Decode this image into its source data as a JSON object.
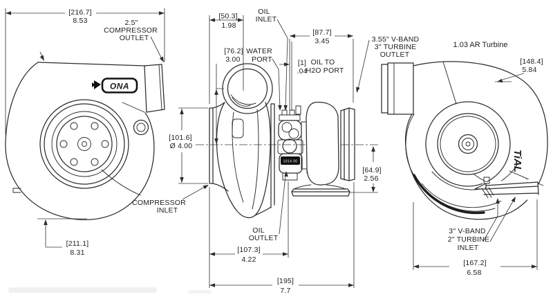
{
  "dims": {
    "d216": {
      "mm": "[216.7]",
      "inch": "8.53"
    },
    "d211": {
      "mm": "[211.1]",
      "inch": "8.31"
    },
    "d50": {
      "mm": "[50.3]",
      "inch": "1.98"
    },
    "d76": {
      "mm": "[76.2]",
      "inch": "3.00"
    },
    "d87": {
      "mm": "[87.7]",
      "inch": "3.45"
    },
    "d1": {
      "mm": "[1]",
      "inch": ".04"
    },
    "d101": {
      "mm": "[101.6]",
      "inch": "Ø 4.00"
    },
    "d148": {
      "mm": "[148.4]",
      "inch": "5.84"
    },
    "d64": {
      "mm": "[64.9]",
      "inch": "2.56"
    },
    "d107": {
      "mm": "[107.3]",
      "inch": "4.22"
    },
    "d195": {
      "mm": "[195]",
      "inch": "7.7"
    },
    "d167": {
      "mm": "[167.2]",
      "inch": "6.58"
    }
  },
  "labels": {
    "compressor_outlet": [
      "2.5\"",
      "COMPRESSOR",
      "OUTLET"
    ],
    "oil_inlet": [
      "OIL",
      "INLET"
    ],
    "water_port": [
      "WATER",
      "PORT"
    ],
    "oil_to_h2o": [
      "OIL TO",
      "H2O PORT"
    ],
    "turbine_outlet": [
      "3.55\" V-BAND",
      "3\" TURBINE",
      "OUTLET"
    ],
    "turbine_note": "1.03 AR Turbine",
    "compressor_inlet": [
      "COMPRESSOR",
      "INLET"
    ],
    "oil_outlet": [
      "OIL",
      "OUTLET"
    ],
    "turbine_inlet": [
      "3\" V-BAND",
      "2\" TURBINE",
      "INLET"
    ]
  },
  "logos": {
    "compressor_badge": "ONA",
    "turbine_badge": "TiAL",
    "serial_plate": "1014 00"
  }
}
